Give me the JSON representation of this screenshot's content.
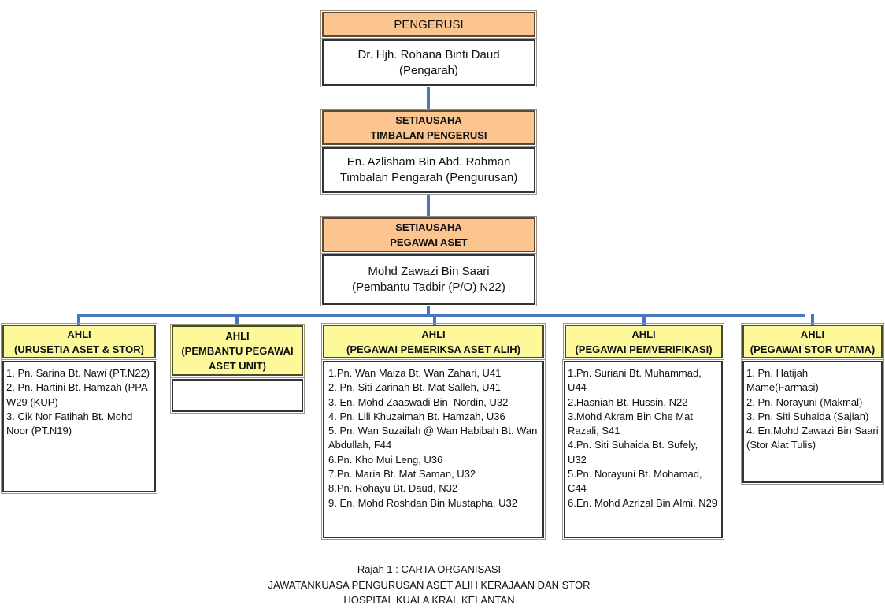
{
  "chairman": {
    "title": "PENGERUSI",
    "name": "Dr. Hjh. Rohana Binti Daud",
    "position": "(Pengarah)"
  },
  "deputy": {
    "title_line1": "SETIAUSAHA",
    "title_line2": "TIMBALAN PENGERUSI",
    "name": "En. Azlisham Bin Abd. Rahman",
    "position": "Timbalan Pengarah (Pengurusan)"
  },
  "asset_officer": {
    "title_line1": "SETIAUSAHA",
    "title_line2": "PEGAWAI ASET",
    "name": "Mohd Zawazi Bin Saari",
    "position": "(Pembantu Tadbir (P/O) N22)"
  },
  "members": [
    {
      "title_line1": "AHLI",
      "title_line2": "(URUSETIA ASET & STOR)",
      "items": [
        "1. Pn. Sarina Bt. Nawi (PT.N22)",
        "2. Pn. Hartini Bt. Hamzah (PPA W29 (KUP)",
        "3. Cik Nor Fatihah Bt. Mohd Noor (PT.N19)"
      ]
    },
    {
      "title_line1": "AHLI",
      "title_line2": "(PEMBANTU PEGAWAI ASET UNIT)",
      "items": []
    },
    {
      "title_line1": "AHLI",
      "title_line2": "(PEGAWAI PEMERIKSA ASET ALIH)",
      "items": [
        "1.Pn. Wan Maiza Bt. Wan Zahari, U41",
        "2. Pn. Siti Zarinah Bt. Mat Salleh, U41",
        "3. En. Mohd Zaaswadi Bin  Nordin, U32",
        "4. Pn. Lili Khuzaimah Bt. Hamzah, U36",
        "5. Pn. Wan Suzailah @ Wan Habibah Bt. Wan Abdullah, F44",
        "6.Pn. Kho Mui Leng, U36",
        "7.Pn. Maria Bt. Mat Saman, U32",
        "8.Pn. Rohayu Bt. Daud, N32",
        "9. En. Mohd Roshdan Bin Mustapha, U32"
      ]
    },
    {
      "title_line1": "AHLI",
      "title_line2": "(PEGAWAI PEMVERIFIKASI)",
      "items": [
        "1.Pn. Suriani Bt. Muhammad, U44",
        "2.Hasniah Bt. Hussin, N22",
        "3.Mohd Akram Bin Che Mat Razali, S41",
        "4.Pn. Siti Suhaida Bt. Sufely, U32",
        "5.Pn. Norayuni Bt. Mohamad, C44",
        "6.En. Mohd Azrizal Bin Almi, N29"
      ]
    },
    {
      "title_line1": "AHLI",
      "title_line2": "(PEGAWAI STOR UTAMA)",
      "items": [
        "1. Pn. Hatijah Mame(Farmasi)",
        "2. Pn. Norayuni (Makmal)",
        "3. Pn. Siti Suhaida (Sajian)",
        "4. En.Mohd Zawazi Bin Saari (Stor Alat Tulis)"
      ]
    }
  ],
  "caption": {
    "line1": "Rajah 1 : CARTA ORGANISASI",
    "line2": "JAWATANKUASA PENGURUSAN ASET ALIH KERAJAAN DAN STOR",
    "line3": "HOSPITAL KUALA KRAI, KELANTAN"
  },
  "colors": {
    "header_orange": "#fcc590",
    "header_yellow": "#fdf99a",
    "connector_blue": "#4a76c0"
  }
}
